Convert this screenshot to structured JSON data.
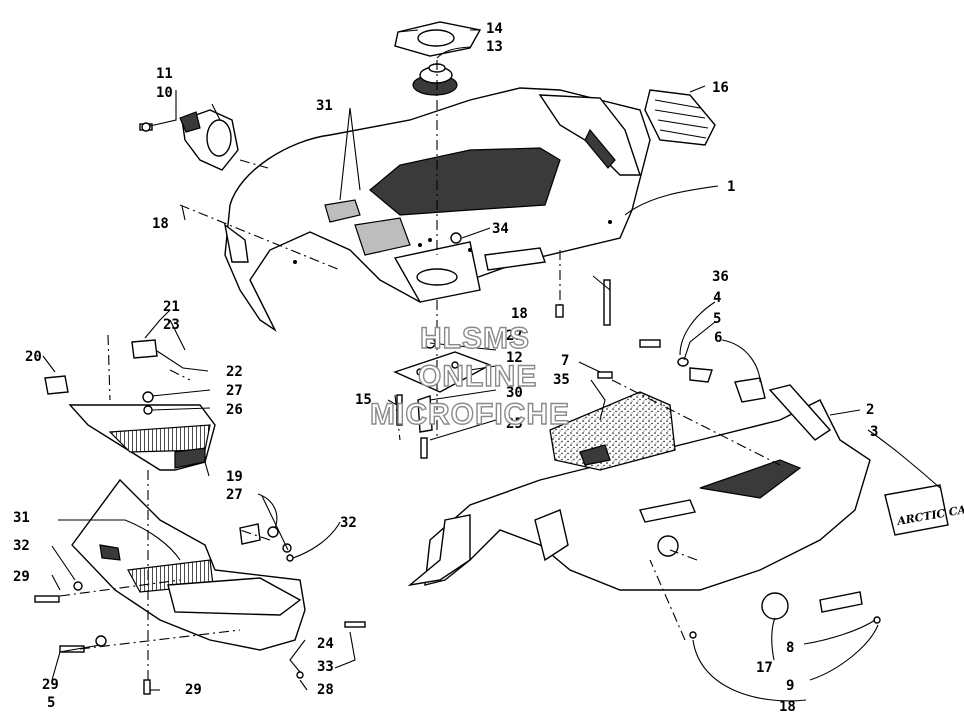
{
  "diagram": {
    "callouts": [
      "1",
      "2",
      "3",
      "4",
      "5",
      "6",
      "7",
      "8",
      "9",
      "10",
      "11",
      "12",
      "13",
      "14",
      "15",
      "16",
      "17",
      "18",
      "19",
      "20",
      "21",
      "22",
      "23",
      "24",
      "25",
      "26",
      "27",
      "28",
      "29",
      "30",
      "31",
      "32",
      "33",
      "34",
      "35",
      "36"
    ],
    "repeated_callouts": {
      "first_18": "18",
      "second_18": "18",
      "third_18": "18",
      "second_27": "27",
      "third_27": "27",
      "second_29": "29",
      "third_29": "29",
      "second_31": "31",
      "second_32": "32",
      "second_5": "5"
    },
    "watermark": [
      "HLSMS",
      "ONLINE",
      "MICROFICHE"
    ],
    "logo_text": "ARCTIC CAT"
  }
}
